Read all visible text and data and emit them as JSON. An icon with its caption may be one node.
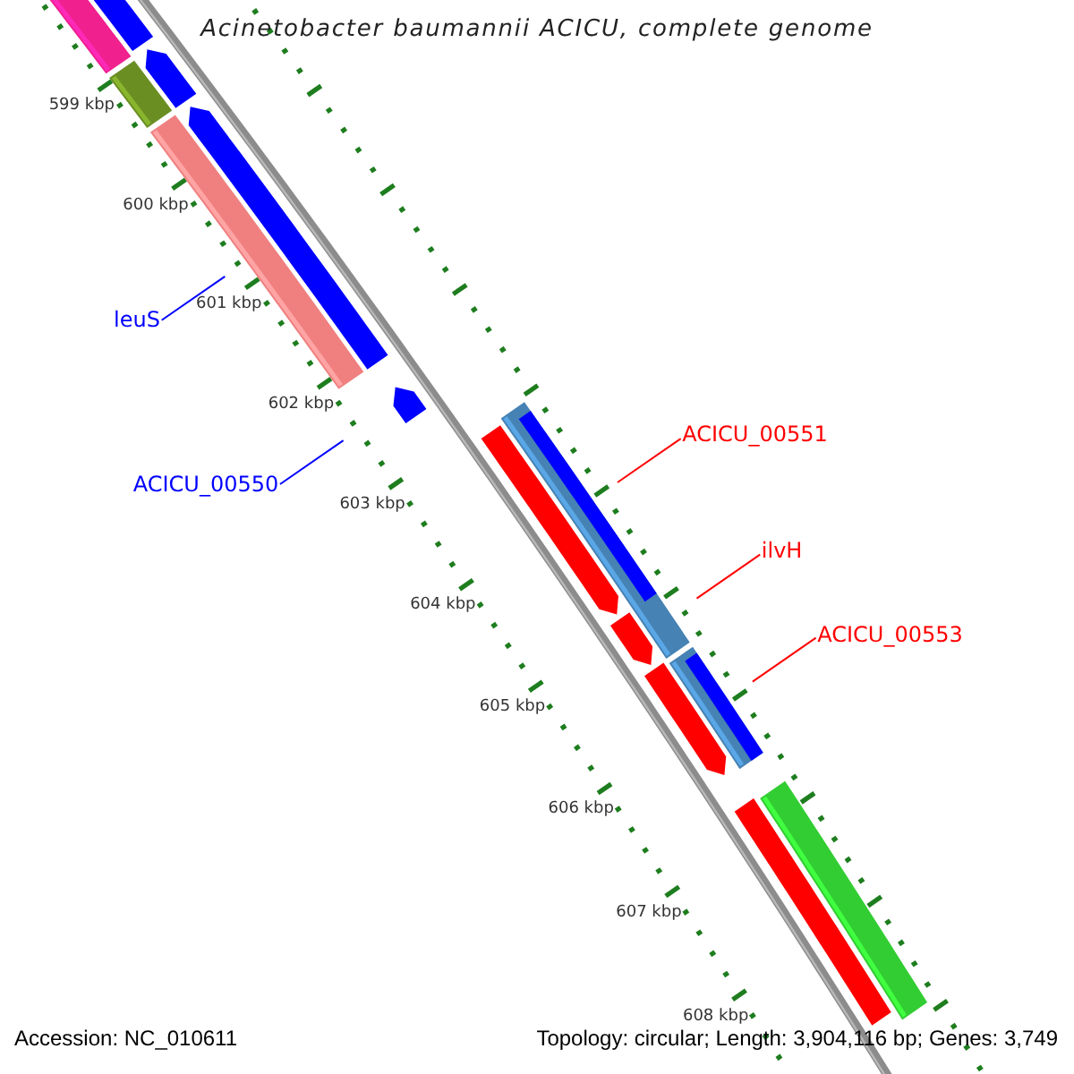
{
  "diagram": {
    "title": "Acinetobacter baumannii ACICU, complete genome",
    "nodes": [
      {
        "text": [
          "leuS"
        ]
      },
      {
        "text": [
          "ACICU_00550"
        ]
      },
      {
        "text": [
          "ACICU_00551"
        ]
      },
      {
        "text": [
          "ilvH"
        ]
      },
      {
        "text": [
          "ACICU_00553"
        ]
      },
      {
        "text": [],
        "shape": "bar"
      },
      {
        "text": [],
        "shape": "bar"
      },
      {
        "text": [],
        "shape": "bar"
      },
      {
        "text": [],
        "shape": "bar"
      },
      {
        "text": [],
        "shape": "bar"
      },
      {
        "text": [],
        "shape": "bar"
      },
      {
        "text": [],
        "shape": "bar"
      },
      {
        "text": [],
        "shape": "bar"
      },
      {
        "text": [],
        "shape": "bar"
      },
      {
        "text": [],
        "shape": "bar",
        "in": 12
      },
      {
        "text": [],
        "shape": "bar"
      },
      {
        "text": [],
        "shape": "bar"
      },
      {
        "text": [],
        "shape": "bar"
      },
      {
        "text": [],
        "shape": "bar",
        "in": 17
      },
      {
        "text": [],
        "shape": "bar"
      },
      {
        "text": [],
        "shape": "bar"
      }
    ],
    "edges": [
      {
        "from": 0,
        "to": null,
        "arrow": "none",
        "color": "#0000ff"
      },
      {
        "from": 1,
        "to": null,
        "arrow": "none",
        "color": "#0000ff"
      },
      {
        "from": 2,
        "to": null,
        "arrow": "none"
      },
      {
        "from": 3,
        "to": null,
        "arrow": "none"
      },
      {
        "from": 4,
        "to": null,
        "arrow": "none"
      }
    ],
    "labels": [
      "599 kbp",
      "600 kbp",
      "601 kbp",
      "602 kbp",
      "603 kbp",
      "604 kbp",
      "605 kbp",
      "606 kbp",
      "607 kbp",
      "608 kbp",
      "Accession: NC_010611",
      "Topology: circular; Length: 3,904,116 bp; Genes: 3,749"
    ]
  }
}
